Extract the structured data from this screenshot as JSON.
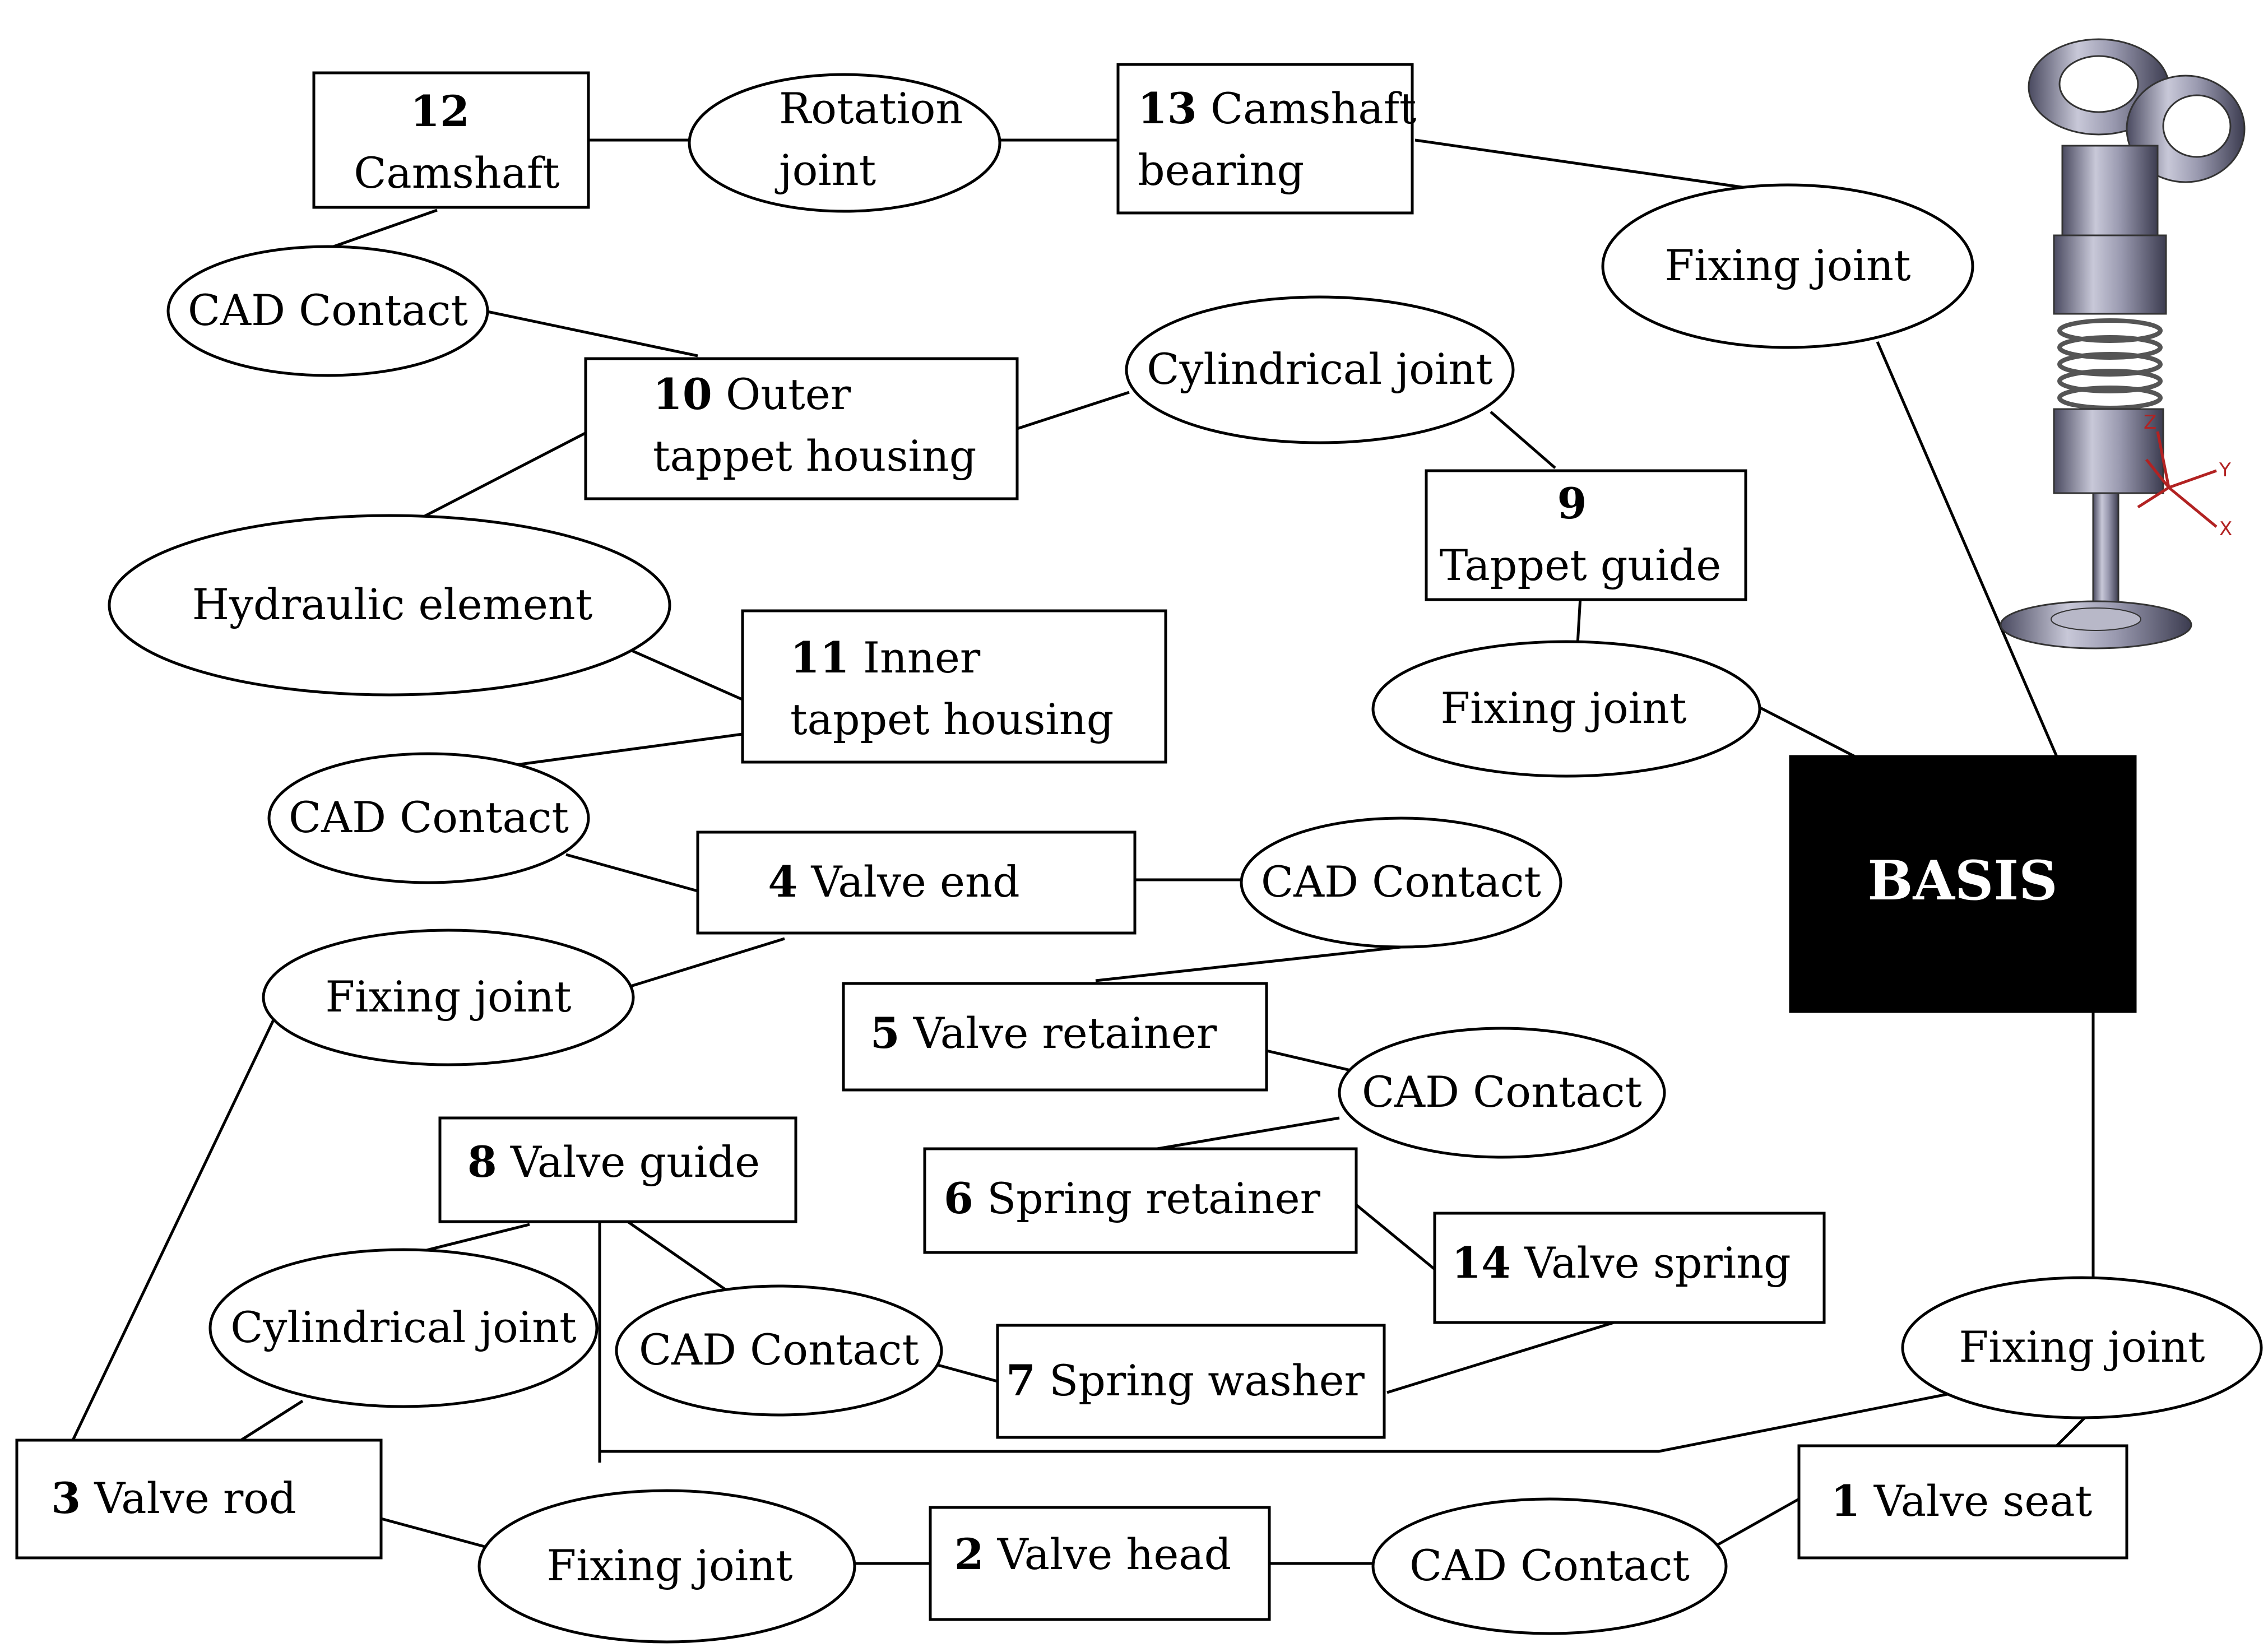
{
  "diagram": {
    "basis": "BASIS",
    "components": [
      {
        "id": "c12",
        "number": "12",
        "label": "Camshaft"
      },
      {
        "id": "c13",
        "number": "13",
        "label": "Camshaft",
        "label2": "bearing"
      },
      {
        "id": "c10",
        "number": "10",
        "label": "Outer",
        "label2": "tappet housing"
      },
      {
        "id": "c9",
        "number": "9",
        "label": "Tappet guide"
      },
      {
        "id": "c11",
        "number": "11",
        "label": "Inner",
        "label2": "tappet housing"
      },
      {
        "id": "c4",
        "number": "4",
        "label": "Valve end"
      },
      {
        "id": "c5",
        "number": "5",
        "label": "Valve retainer"
      },
      {
        "id": "c8",
        "number": "8",
        "label": "Valve guide"
      },
      {
        "id": "c6",
        "number": "6",
        "label": "Spring retainer"
      },
      {
        "id": "c14",
        "number": "14",
        "label": "Valve spring"
      },
      {
        "id": "c7",
        "number": "7",
        "label": "Spring washer"
      },
      {
        "id": "c3",
        "number": "3",
        "label": "Valve rod"
      },
      {
        "id": "c2",
        "number": "2",
        "label": "Valve head"
      },
      {
        "id": "c1",
        "number": "1",
        "label": "Valve seat"
      }
    ],
    "joints": [
      {
        "id": "j_rot",
        "label": "Rotation",
        "label2": "joint"
      },
      {
        "id": "j_fix_top",
        "label": "Fixing joint"
      },
      {
        "id": "j_cad_12",
        "label": "CAD Contact"
      },
      {
        "id": "j_cyl_top",
        "label": "Cylindrical joint"
      },
      {
        "id": "j_hyd",
        "label": "Hydraulic element"
      },
      {
        "id": "j_fix_9",
        "label": "Fixing joint"
      },
      {
        "id": "j_cad_11",
        "label": "CAD Contact"
      },
      {
        "id": "j_cad_4",
        "label": "CAD Contact"
      },
      {
        "id": "j_fix_4",
        "label": "Fixing joint"
      },
      {
        "id": "j_cad_5",
        "label": "CAD Contact"
      },
      {
        "id": "j_cyl_8",
        "label": "Cylindrical joint"
      },
      {
        "id": "j_cad_8",
        "label": "CAD Contact"
      },
      {
        "id": "j_fix_1",
        "label": "Fixing joint"
      },
      {
        "id": "j_fix_3",
        "label": "Fixing joint"
      },
      {
        "id": "j_cad_2",
        "label": "CAD Contact"
      }
    ],
    "axes": {
      "z": "Z",
      "y": "Y",
      "x": "X"
    }
  }
}
